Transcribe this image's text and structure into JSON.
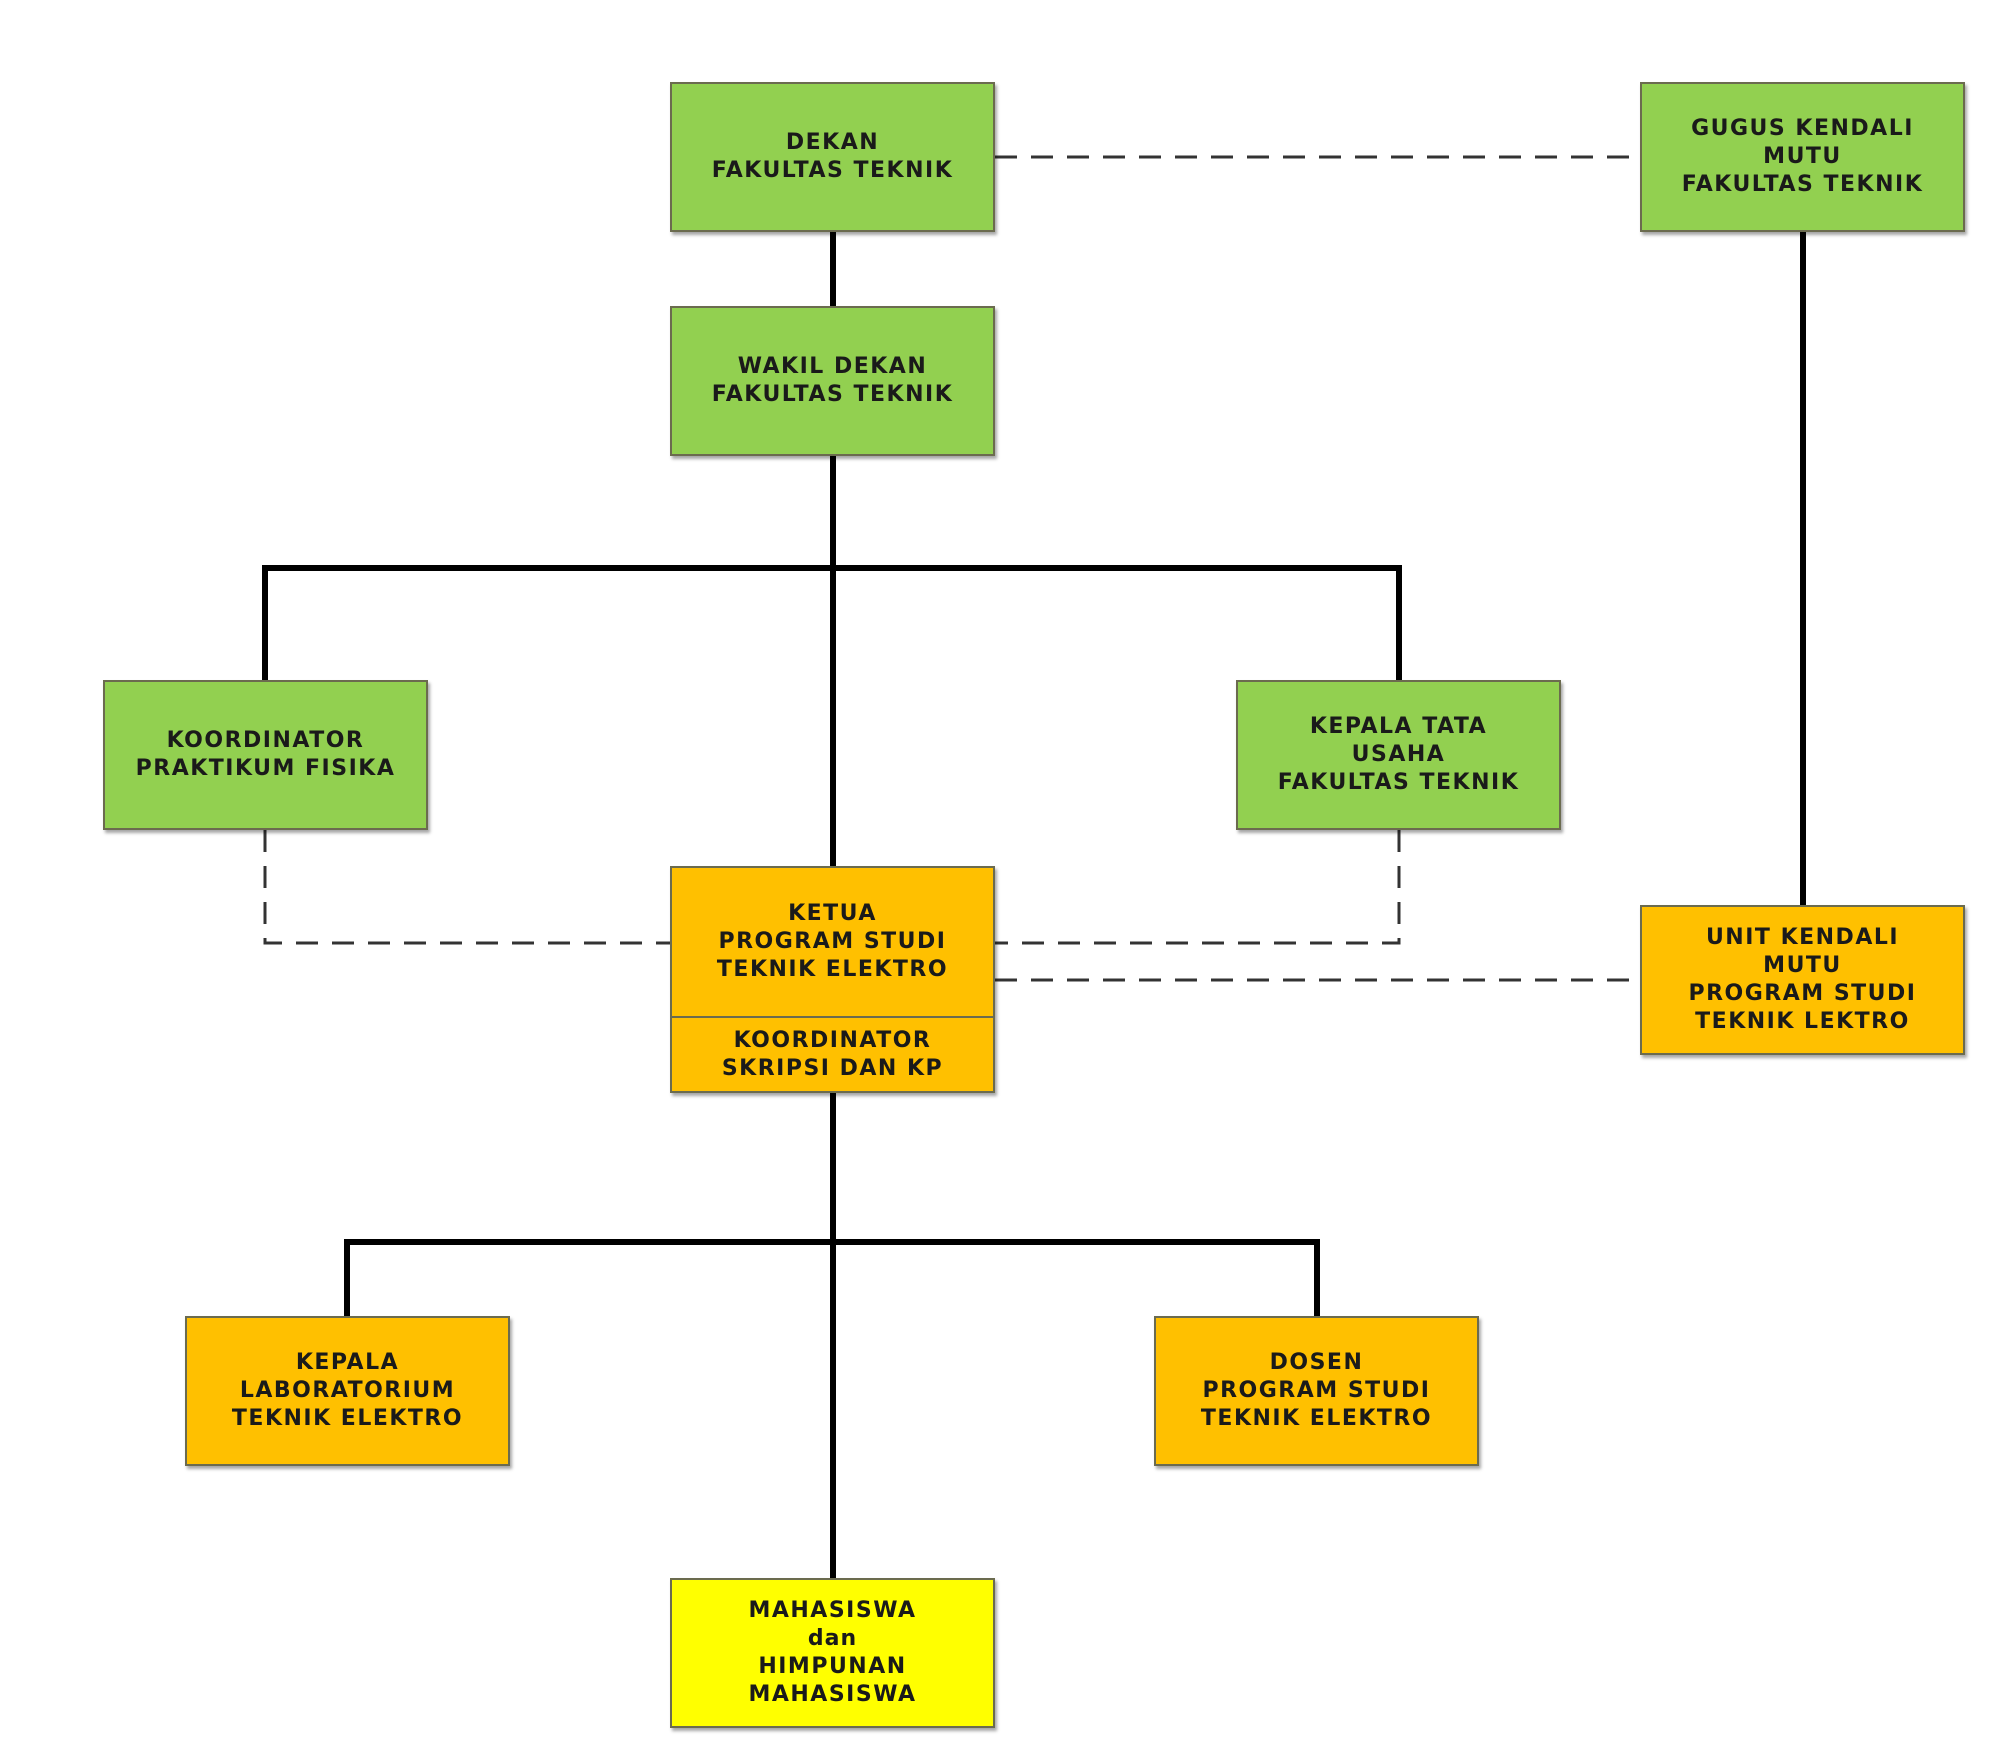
{
  "colors": {
    "green": "#92d050",
    "orange": "#ffc000",
    "yellow": "#ffff00",
    "line": "#000000",
    "dashed_line": "#333333"
  },
  "nodes": {
    "dekan": {
      "lines": [
        "DEKAN",
        "FAKULTAS TEKNIK"
      ]
    },
    "gugus": {
      "lines": [
        "GUGUS KENDALI",
        "MUTU",
        "FAKULTAS TEKNIK"
      ]
    },
    "wakil": {
      "lines": [
        "WAKIL DEKAN",
        "FAKULTAS TEKNIK"
      ]
    },
    "praktikum": {
      "lines": [
        "KOORDINATOR",
        "PRAKTIKUM FISIKA"
      ]
    },
    "tatausaha": {
      "lines": [
        "KEPALA TATA",
        "USAHA",
        "FAKULTAS TEKNIK"
      ]
    },
    "ketua": {
      "lines": [
        "KETUA",
        "PROGRAM STUDI",
        "TEKNIK ELEKTRO"
      ],
      "sub_lines": [
        "KOORDINATOR",
        "SKRIPSI DAN KP"
      ]
    },
    "unit": {
      "lines": [
        "UNIT KENDALI",
        "MUTU",
        "PROGRAM STUDI",
        "TEKNIK LEKTRO"
      ]
    },
    "kalab": {
      "lines": [
        "KEPALA",
        "LABORATORIUM",
        "TEKNIK ELEKTRO"
      ]
    },
    "dosen": {
      "lines": [
        "DOSEN",
        "PROGRAM STUDI",
        "TEKNIK ELEKTRO"
      ]
    },
    "mahasiswa": {
      "lines": [
        "MAHASISWA",
        "dan",
        "HIMPUNAN",
        "MAHASISWA"
      ]
    }
  },
  "connections": {
    "solid": [
      [
        "dekan",
        "wakil"
      ],
      [
        "wakil",
        "praktikum"
      ],
      [
        "wakil",
        "tatausaha"
      ],
      [
        "wakil",
        "ketua"
      ],
      [
        "gugus",
        "unit"
      ],
      [
        "ketua",
        "kalab"
      ],
      [
        "ketua",
        "dosen"
      ],
      [
        "ketua",
        "mahasiswa"
      ]
    ],
    "dashed": [
      [
        "dekan",
        "gugus"
      ],
      [
        "praktikum",
        "ketua"
      ],
      [
        "tatausaha",
        "ketua"
      ],
      [
        "ketua",
        "unit"
      ]
    ]
  }
}
